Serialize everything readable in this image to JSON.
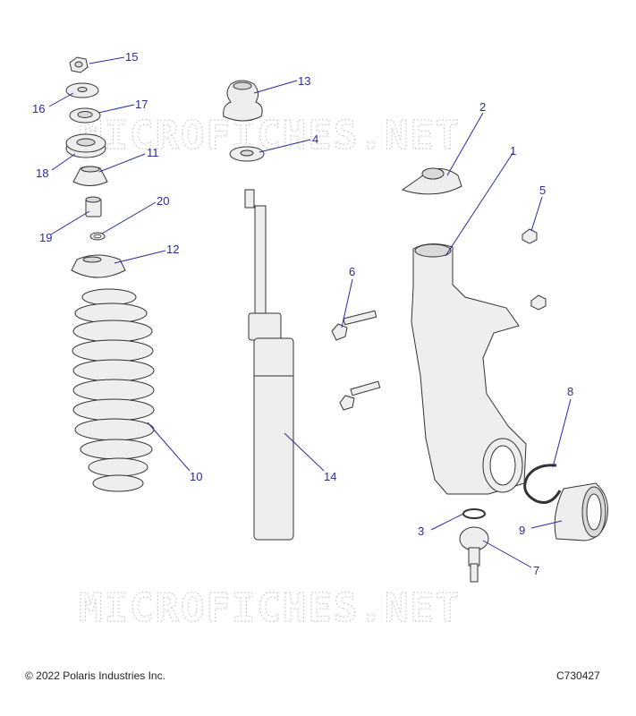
{
  "watermark": "MICROFICHES.NET",
  "copyright": "© 2022 Polaris Industries Inc.",
  "diagram_code": "C730427",
  "callouts": [
    "1",
    "2",
    "3",
    "4",
    "5",
    "6",
    "7",
    "8",
    "9",
    "10",
    "11",
    "12",
    "13",
    "14",
    "15",
    "16",
    "17",
    "18",
    "19",
    "20"
  ]
}
